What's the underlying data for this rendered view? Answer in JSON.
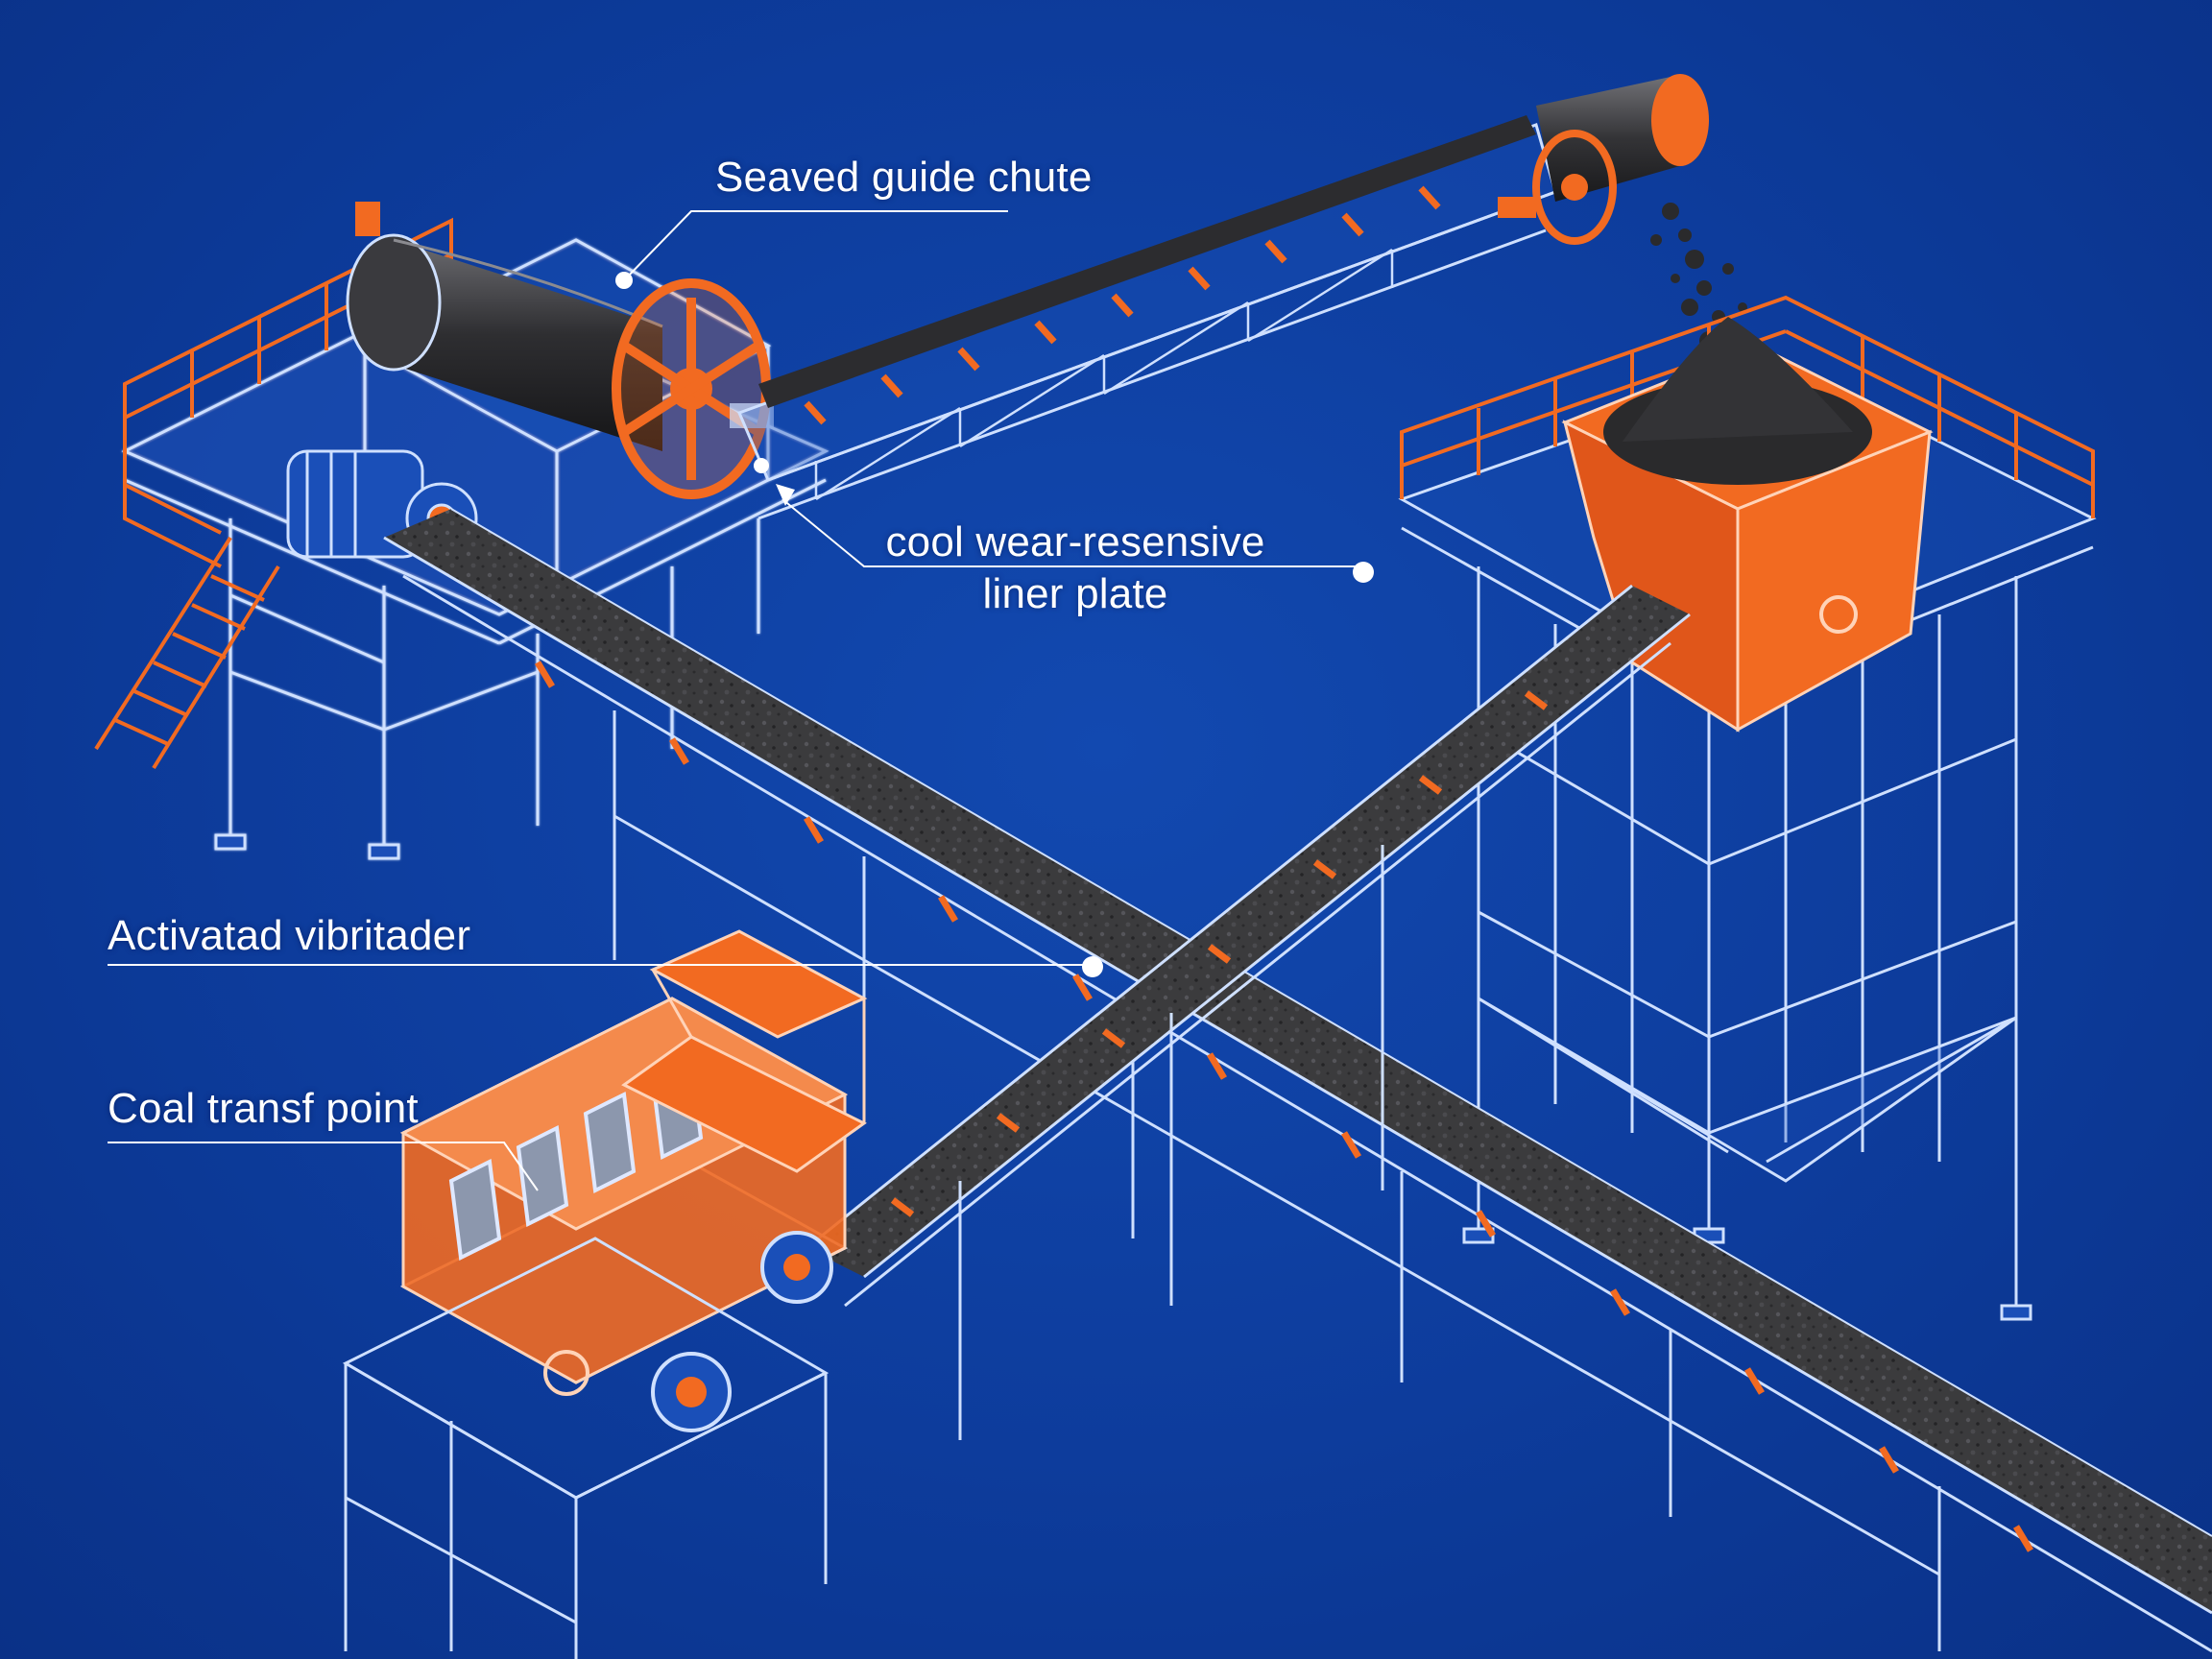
{
  "labels": {
    "guide_chute": "Seaved guide chute",
    "liner_plate_line1": "cool wear‐resensive",
    "liner_plate_line2": "liner plate",
    "vibrator": "Activatad vibritader",
    "transfer_point": "Coal transf point"
  },
  "colors": {
    "background": "#0d3c9c",
    "wireframe": "#cfe0ff",
    "accent_orange": "#f26a21",
    "coal_dark": "#2b2b2e",
    "belt": "#3a3a3d"
  }
}
